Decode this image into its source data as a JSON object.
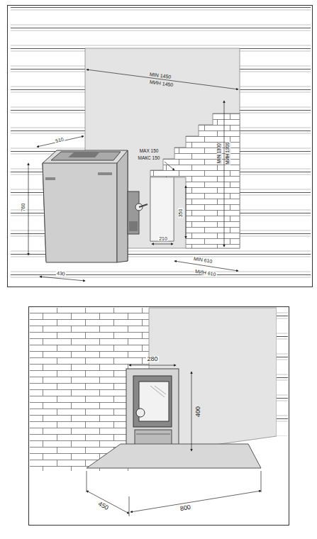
{
  "diagram": {
    "labels": [
      "MIN 1450",
      "МИН 1450",
      "510",
      "760",
      "430",
      "MAX 150",
      "МАКС 150",
      "MIN 1300",
      "МИН 1300",
      "350",
      "210",
      "MIN 610",
      "МИН 610",
      "280",
      "400",
      "450",
      "800"
    ]
  }
}
